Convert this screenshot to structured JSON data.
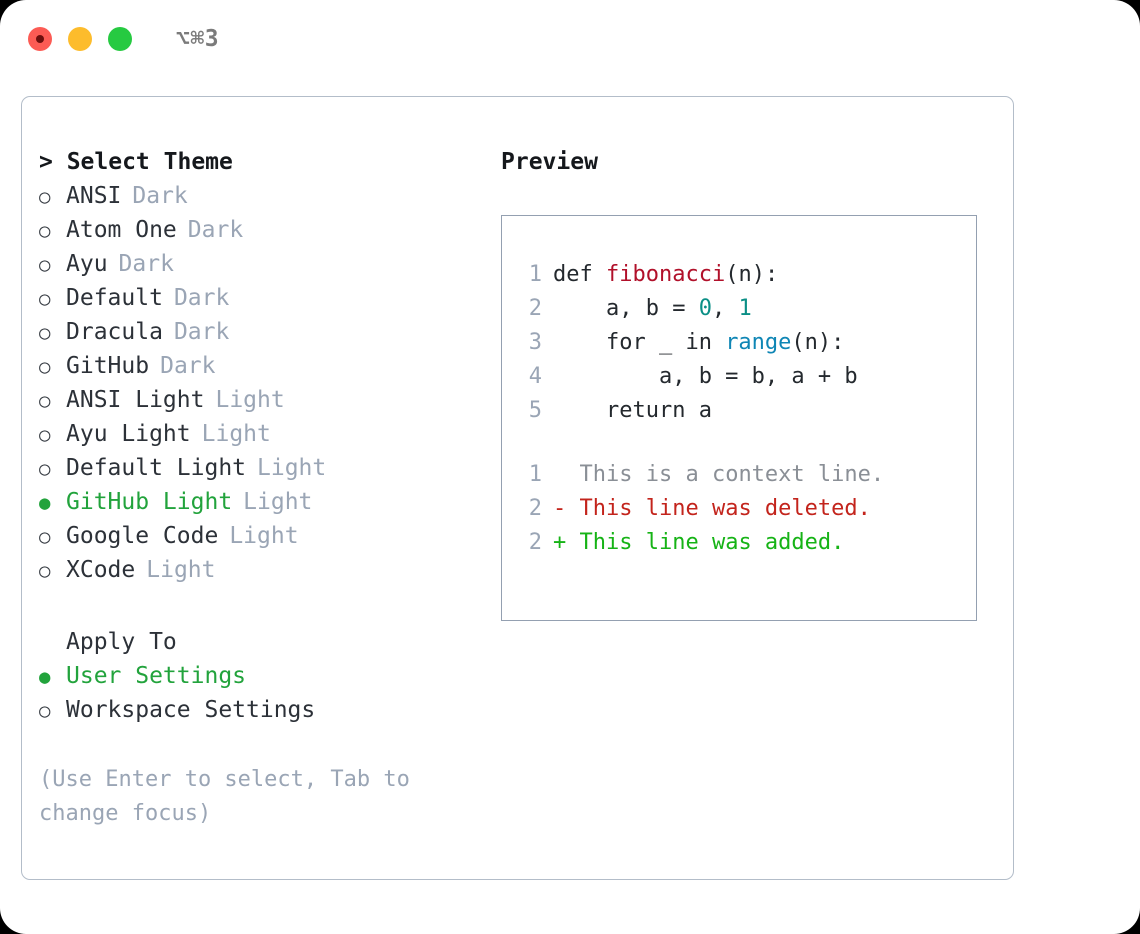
{
  "window": {
    "title": "⌥⌘3",
    "traffic_lights": [
      {
        "name": "close",
        "color": "#fc5b54"
      },
      {
        "name": "minimize",
        "color": "#fdbc2c"
      },
      {
        "name": "maximize",
        "color": "#26ca41"
      }
    ]
  },
  "theme_panel": {
    "header": "> Select Theme",
    "options": [
      {
        "marker": "○",
        "label": "ANSI",
        "tag": "Dark",
        "selected": false
      },
      {
        "marker": "○",
        "label": "Atom One",
        "tag": "Dark",
        "selected": false
      },
      {
        "marker": "○",
        "label": "Ayu",
        "tag": "Dark",
        "selected": false
      },
      {
        "marker": "○",
        "label": "Default",
        "tag": "Dark",
        "selected": false
      },
      {
        "marker": "○",
        "label": "Dracula",
        "tag": "Dark",
        "selected": false
      },
      {
        "marker": "○",
        "label": "GitHub",
        "tag": "Dark",
        "selected": false
      },
      {
        "marker": "○",
        "label": "ANSI Light",
        "tag": "Light",
        "selected": false
      },
      {
        "marker": "○",
        "label": "Ayu Light",
        "tag": "Light",
        "selected": false
      },
      {
        "marker": "○",
        "label": "Default Light",
        "tag": "Light",
        "selected": false
      },
      {
        "marker": "●",
        "label": "GitHub Light",
        "tag": "Light",
        "selected": true
      },
      {
        "marker": "○",
        "label": "Google Code",
        "tag": "Light",
        "selected": false
      },
      {
        "marker": "○",
        "label": "XCode",
        "tag": "Light",
        "selected": false
      }
    ]
  },
  "apply_to": {
    "header": "Apply To",
    "options": [
      {
        "marker": "●",
        "label": "User Settings",
        "selected": true
      },
      {
        "marker": "○",
        "label": "Workspace Settings",
        "selected": false
      }
    ]
  },
  "hint": "(Use Enter to select, Tab to change focus)",
  "preview": {
    "header": "Preview",
    "code_lines": [
      {
        "number": "1",
        "segments": [
          {
            "text": "def ",
            "style": "plain"
          },
          {
            "text": "fibonacci",
            "style": "fn"
          },
          {
            "text": "(n):",
            "style": "plain"
          }
        ]
      },
      {
        "number": "2",
        "segments": [
          {
            "text": "    a, b = ",
            "style": "plain"
          },
          {
            "text": "0",
            "style": "num"
          },
          {
            "text": ", ",
            "style": "plain"
          },
          {
            "text": "1",
            "style": "num"
          }
        ]
      },
      {
        "number": "3",
        "segments": [
          {
            "text": "    for _ in ",
            "style": "plain"
          },
          {
            "text": "range",
            "style": "builtin"
          },
          {
            "text": "(n):",
            "style": "plain"
          }
        ]
      },
      {
        "number": "4",
        "segments": [
          {
            "text": "        a, b = b, a + b",
            "style": "plain"
          }
        ]
      },
      {
        "number": "5",
        "segments": [
          {
            "text": "    return a",
            "style": "plain"
          }
        ]
      }
    ],
    "diff_lines": [
      {
        "number": "1",
        "sign": " ",
        "text": "This is a context line.",
        "kind": "ctx"
      },
      {
        "number": "2",
        "sign": "-",
        "text": "This line was deleted.",
        "kind": "del"
      },
      {
        "number": "2",
        "sign": "+",
        "text": "This line was added.",
        "kind": "add"
      }
    ]
  },
  "colors": {
    "selected_green": "#22a33c",
    "muted_tag": "#9aa5b5",
    "diff_add": "#16b316",
    "diff_del": "#c3241c",
    "token_function": "#b1102a",
    "token_number": "#0b8f86",
    "token_builtin": "#0f86b5"
  }
}
